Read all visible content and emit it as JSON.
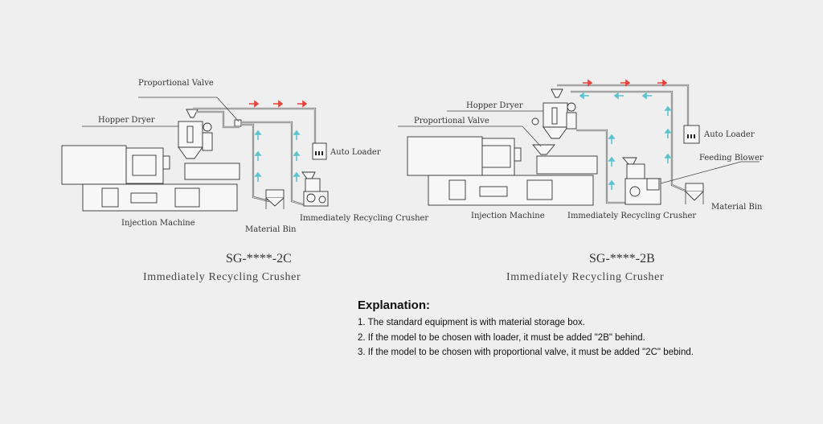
{
  "diagram_left": {
    "labels": {
      "proportional_valve": "Proportional Valve",
      "hopper_dryer": "Hopper Dryer",
      "auto_loader": "Auto Loader",
      "injection_machine": "Injection Machine",
      "material_bin": "Material Bin",
      "crusher": "Immediately Recycling Crusher"
    },
    "model": "SG-****-2C",
    "subtitle": "Immediately Recycling Crusher"
  },
  "diagram_right": {
    "labels": {
      "hopper_dryer": "Hopper Dryer",
      "proportional_valve": "Proportional Valve",
      "auto_loader": "Auto Loader",
      "feeding_blower": "Feeding Blower",
      "injection_machine": "Injection Machine",
      "crusher": "Immediately Recycling Crusher",
      "material_bin": "Material Bin"
    },
    "model": "SG-****-2B",
    "subtitle": "Immediately Recycling Crusher"
  },
  "colors": {
    "forward_arrow": "#e8443a",
    "return_arrow": "#5cc4cf"
  },
  "explanation": {
    "title": "Explanation:",
    "items": [
      "1. The standard equipment is with material storage box.",
      "2. If the model to be chosen with loader, it must be added \"2B\" behind.",
      "3. If the model to be chosen with proportional valve, it must be added \"2C\" bebind."
    ]
  }
}
